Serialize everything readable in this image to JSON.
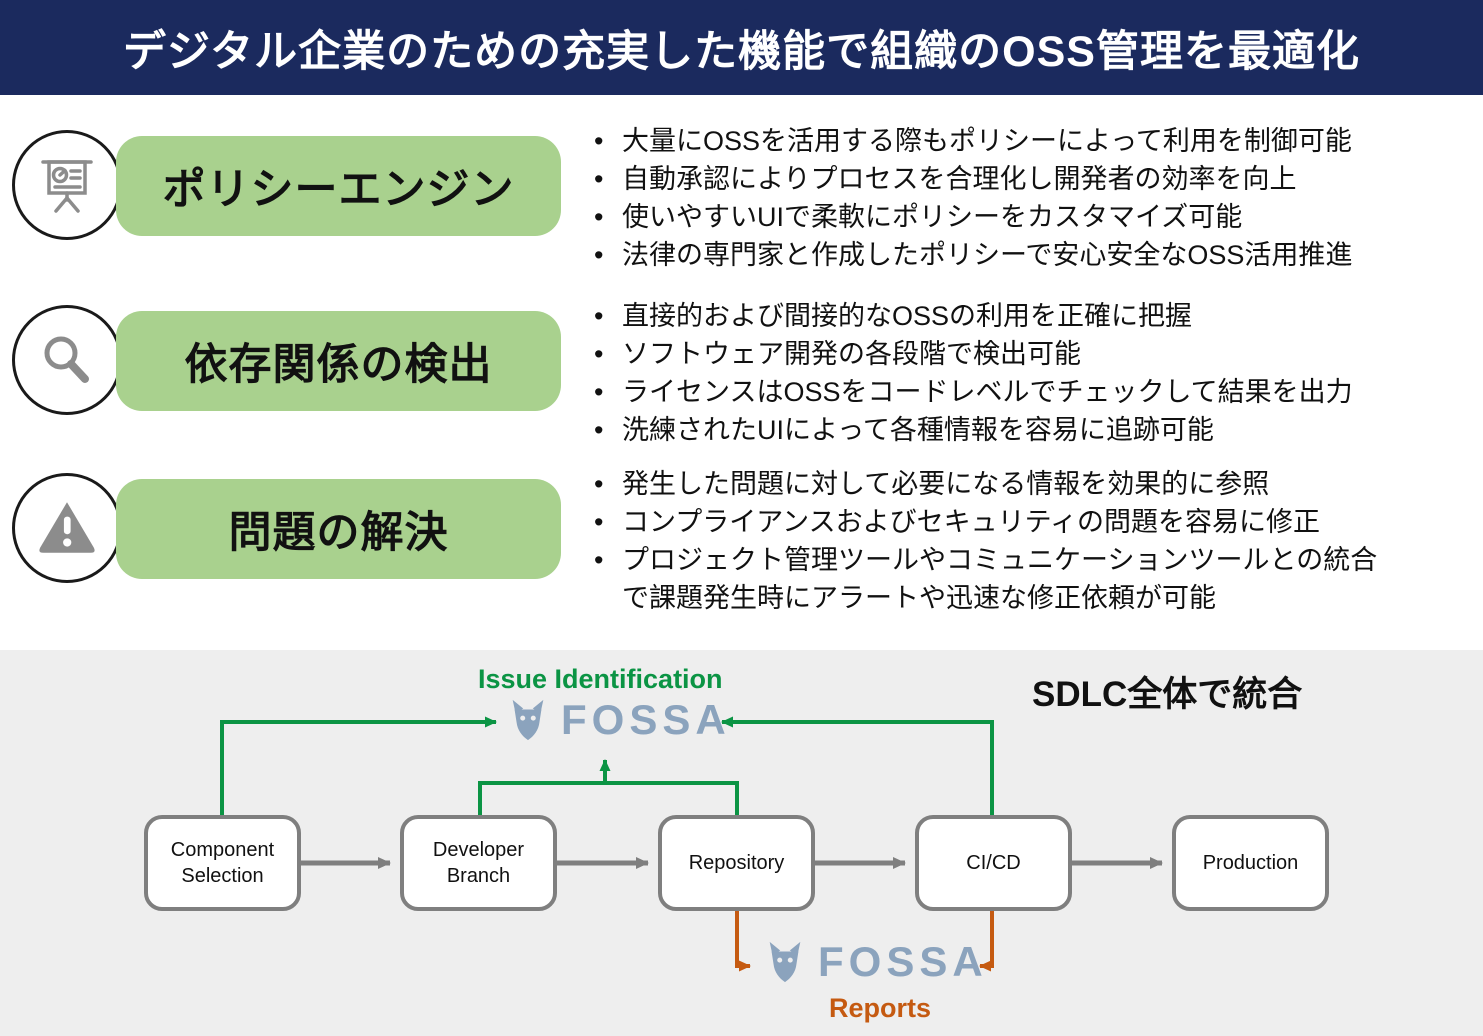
{
  "header": {
    "title": "デジタル企業のための充実した機能で組織のOSS管理を最適化"
  },
  "features": [
    {
      "icon": "presentation-board-icon",
      "label": "ポリシーエンジン",
      "bullets": [
        "大量にOSSを活用する際もポリシーによって利用を制御可能",
        "自動承認によりプロセスを合理化し開発者の効率を向上",
        "使いやすいUIで柔軟にポリシーをカスタマイズ可能",
        "法律の専門家と作成したポリシーで安心安全なOSS活用推進"
      ]
    },
    {
      "icon": "magnifier-icon",
      "label": "依存関係の検出",
      "bullets": [
        "直接的および間接的なOSSの利用を正確に把握",
        "ソフトウェア開発の各段階で検出可能",
        "ライセンスはOSSをコードレベルでチェックして結果を出力",
        "洗練されたUIによって各種情報を容易に追跡可能"
      ]
    },
    {
      "icon": "warning-triangle-icon",
      "label": "問題の解決",
      "bullets": [
        "発生した問題に対して必要になる情報を効果的に参照",
        "コンプライアンスおよびセキュリティの問題を容易に修正",
        "プロジェクト管理ツールやコミュニケーションツールとの統合で課題発生時にアラートや迅速な修正依頼が可能"
      ]
    }
  ],
  "diagram": {
    "issue_identification_label": "Issue Identification",
    "sdlc_label": "SDLC全体で統合",
    "fossa_wordmark": "FOSSA",
    "reports_label": "Reports",
    "flow_nodes": [
      "Component Selection",
      "Developer Branch",
      "Repository",
      "CI/CD",
      "Production"
    ]
  },
  "colors": {
    "navy": "#1b2a5e",
    "pill_green": "#a9d18e",
    "arrow_green": "#0b9444",
    "accent_orange": "#c55a11",
    "fossa_blue": "#8ba3bd",
    "line_gray": "#7f7f7f",
    "panel_gray": "#eeeeee"
  }
}
